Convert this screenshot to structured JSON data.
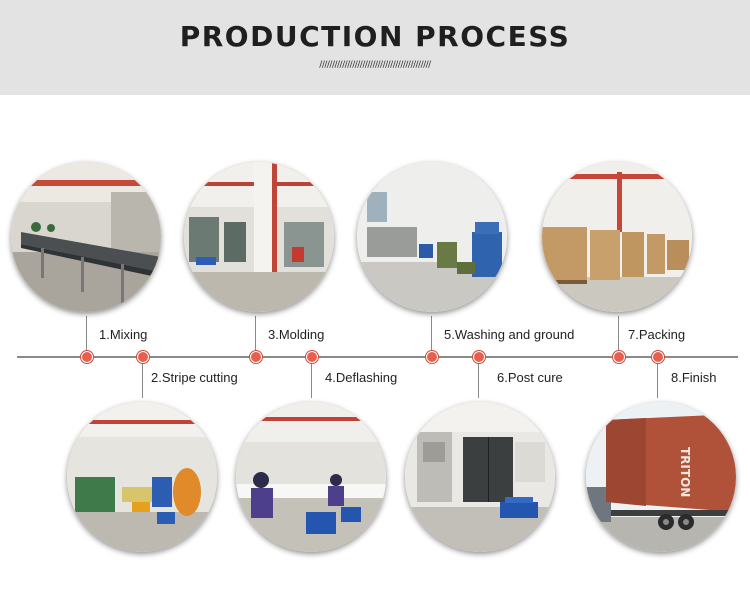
{
  "header": {
    "title": "PRODUCTION PROCESS",
    "decoration": "////////////////////////////////////////////"
  },
  "steps": [
    {
      "label": "1.Mixing",
      "photo_icon": "conveyor-line-photo-icon"
    },
    {
      "label": "2.Stripe cutting",
      "photo_icon": "cutting-machine-photo-icon"
    },
    {
      "label": "3.Molding",
      "photo_icon": "molding-machines-photo-icon"
    },
    {
      "label": "4.Deflashing",
      "photo_icon": "workers-at-tables-photo-icon"
    },
    {
      "label": "5.Washing and ground",
      "photo_icon": "washing-machines-photo-icon"
    },
    {
      "label": "6.Post cure",
      "photo_icon": "curing-ovens-photo-icon"
    },
    {
      "label": "7.Packing",
      "photo_icon": "stacked-cartons-photo-icon"
    },
    {
      "label": "8.Finish",
      "photo_icon": "shipping-container-truck-photo-icon"
    }
  ],
  "container_text": "TRITON",
  "colors": {
    "header_bg": "#e3e3e3",
    "timeline": "#8a8a8a",
    "marker": "#e8604d",
    "container": "#b0523a"
  }
}
